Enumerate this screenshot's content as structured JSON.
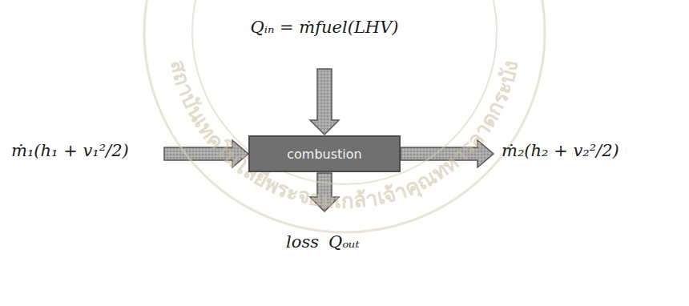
{
  "diagram": {
    "nodes": [
      {
        "text": [
          "combustion"
        ]
      }
    ],
    "labels": [
      "Qᵢₙ = ṁfuel(LHV)",
      "ṁ₁(h₁ + v₁²/2)",
      "ṁ₂(h₂ + v₂²/2)",
      "loss",
      "Qₒᵤₜ",
      "สถาบันเทคโนโลยีพระจอมเกล้าเจ้าคุณทหารลาดกระบัง"
    ]
  }
}
